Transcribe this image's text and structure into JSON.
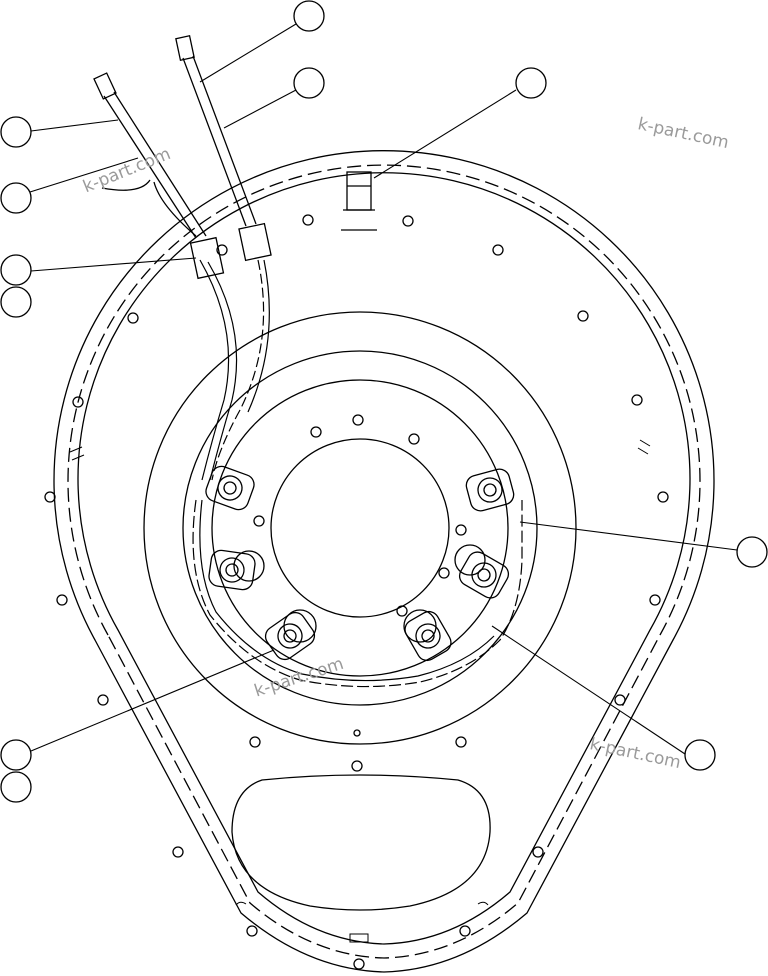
{
  "watermarks": [
    "k-part.com",
    "k-part.com",
    "k-part.com",
    "k-part.com"
  ],
  "callouts": [
    {
      "id": "callout-1",
      "label": ""
    },
    {
      "id": "callout-2",
      "label": ""
    },
    {
      "id": "callout-3",
      "label": ""
    },
    {
      "id": "callout-4",
      "label": ""
    },
    {
      "id": "callout-5",
      "label": ""
    },
    {
      "id": "callout-6",
      "label": ""
    },
    {
      "id": "callout-7",
      "label": ""
    },
    {
      "id": "callout-8",
      "label": ""
    },
    {
      "id": "callout-9",
      "label": ""
    },
    {
      "id": "callout-10",
      "label": ""
    },
    {
      "id": "callout-11",
      "label": ""
    },
    {
      "id": "callout-12",
      "label": ""
    }
  ],
  "colors": {
    "line": "#000000",
    "watermark": "#9a9a9a",
    "background": "#ffffff"
  }
}
